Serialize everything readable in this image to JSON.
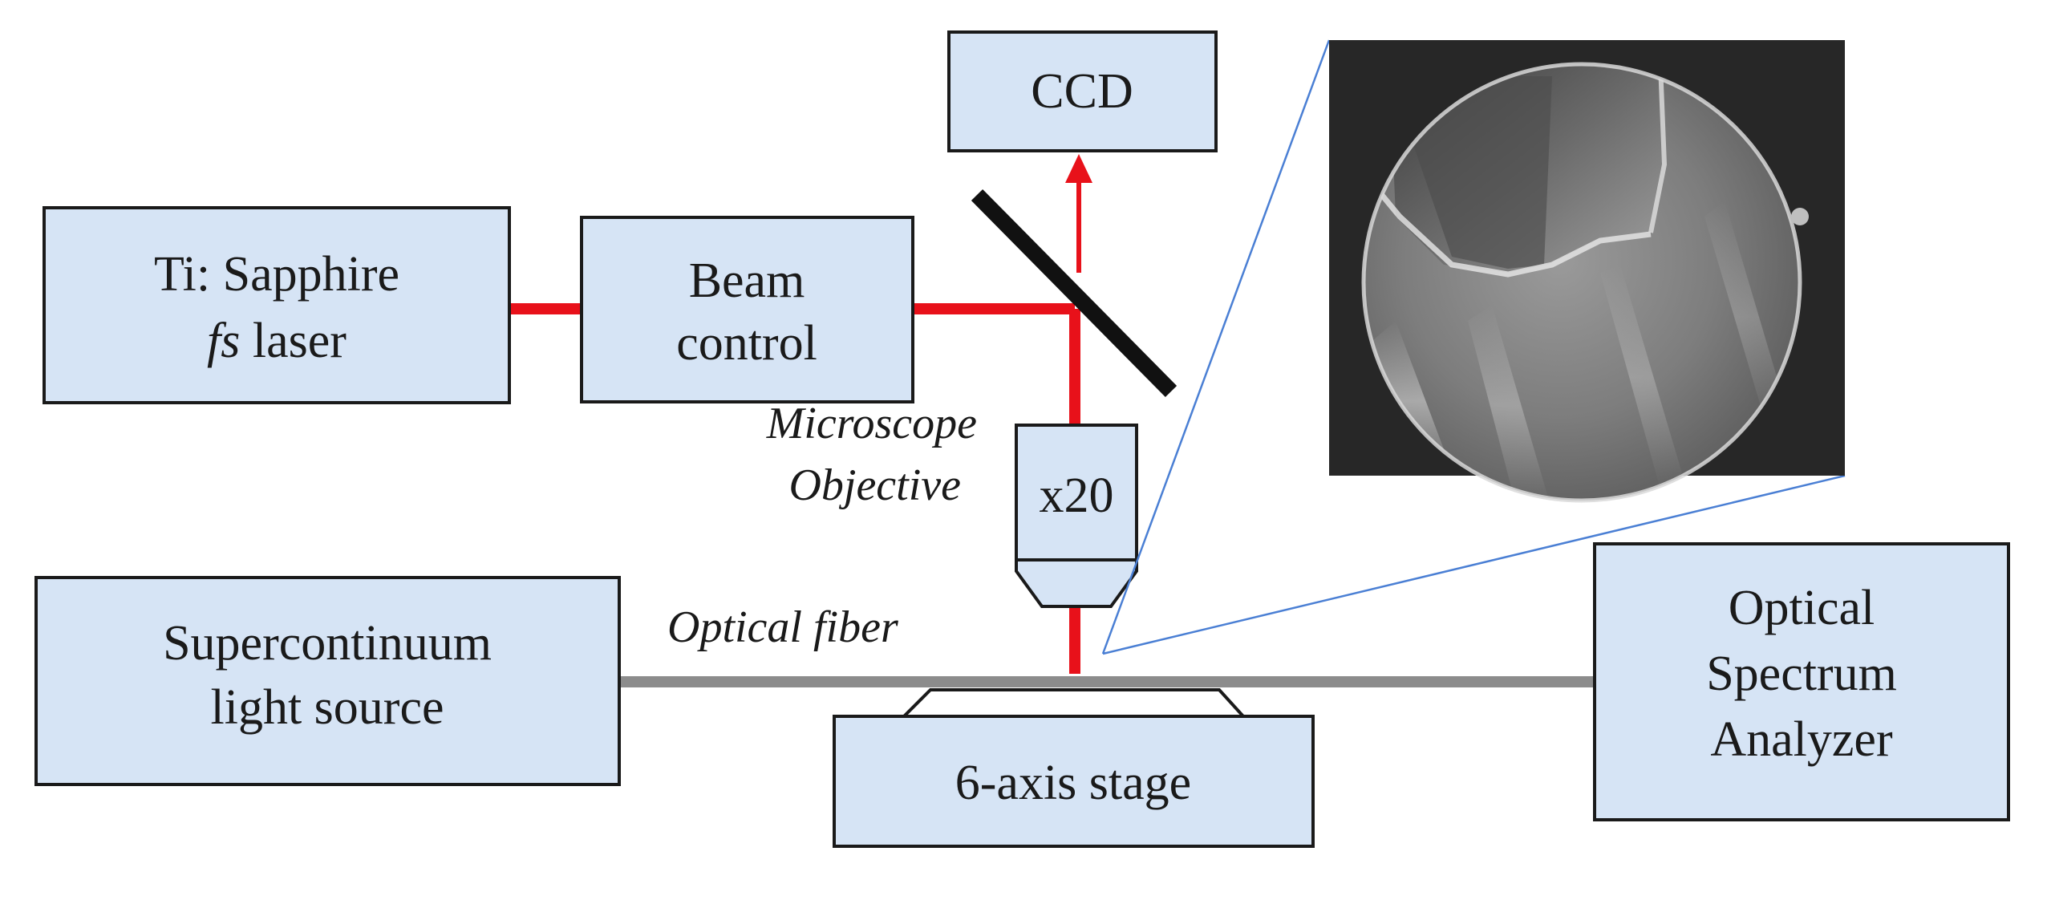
{
  "diagram": {
    "colors": {
      "box_fill": "#d6e4f5",
      "box_stroke": "#1a1a1a",
      "laser_beam": "#e8111a",
      "fiber": "#8c8c8c",
      "zoom_lines": "#4a7fd4",
      "mirror": "#111111"
    },
    "boxes": {
      "laser": {
        "line1_plain": "Ti: Sapphire",
        "line2_italic": "fs",
        "line2_rest": " laser"
      },
      "beam_control": {
        "line1": "Beam",
        "line2": "control"
      },
      "ccd": {
        "label": "CCD"
      },
      "objective": {
        "label": "x20"
      },
      "supercontinuum": {
        "line1": "Supercontinuum",
        "line2": "light source"
      },
      "stage": {
        "label": "6-axis stage"
      },
      "osa": {
        "line1": "Optical",
        "line2": "Spectrum",
        "line3": "Analyzer"
      }
    },
    "annotations": {
      "microscope_line1": "Microscope",
      "microscope_line2": "Objective",
      "optical_fiber": "Optical fiber"
    },
    "inset": {
      "description_icon": "fiber-cross-section-micrograph"
    }
  }
}
